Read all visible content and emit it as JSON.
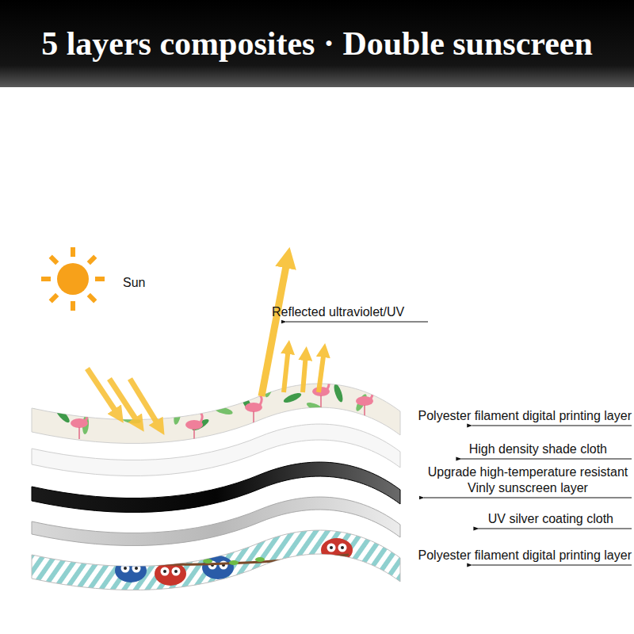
{
  "diagram": {
    "title": "5 layers composites · Double sunscreen",
    "labels": [
      "Sun",
      "Reflected ultraviolet/UV",
      "Polyester filament digital printing layer",
      "High density shade cloth",
      "Upgrade high-temperature resistant Vinly sunscreen layer",
      "UV silver coating cloth",
      "Polyester filament digital printing layer"
    ]
  }
}
